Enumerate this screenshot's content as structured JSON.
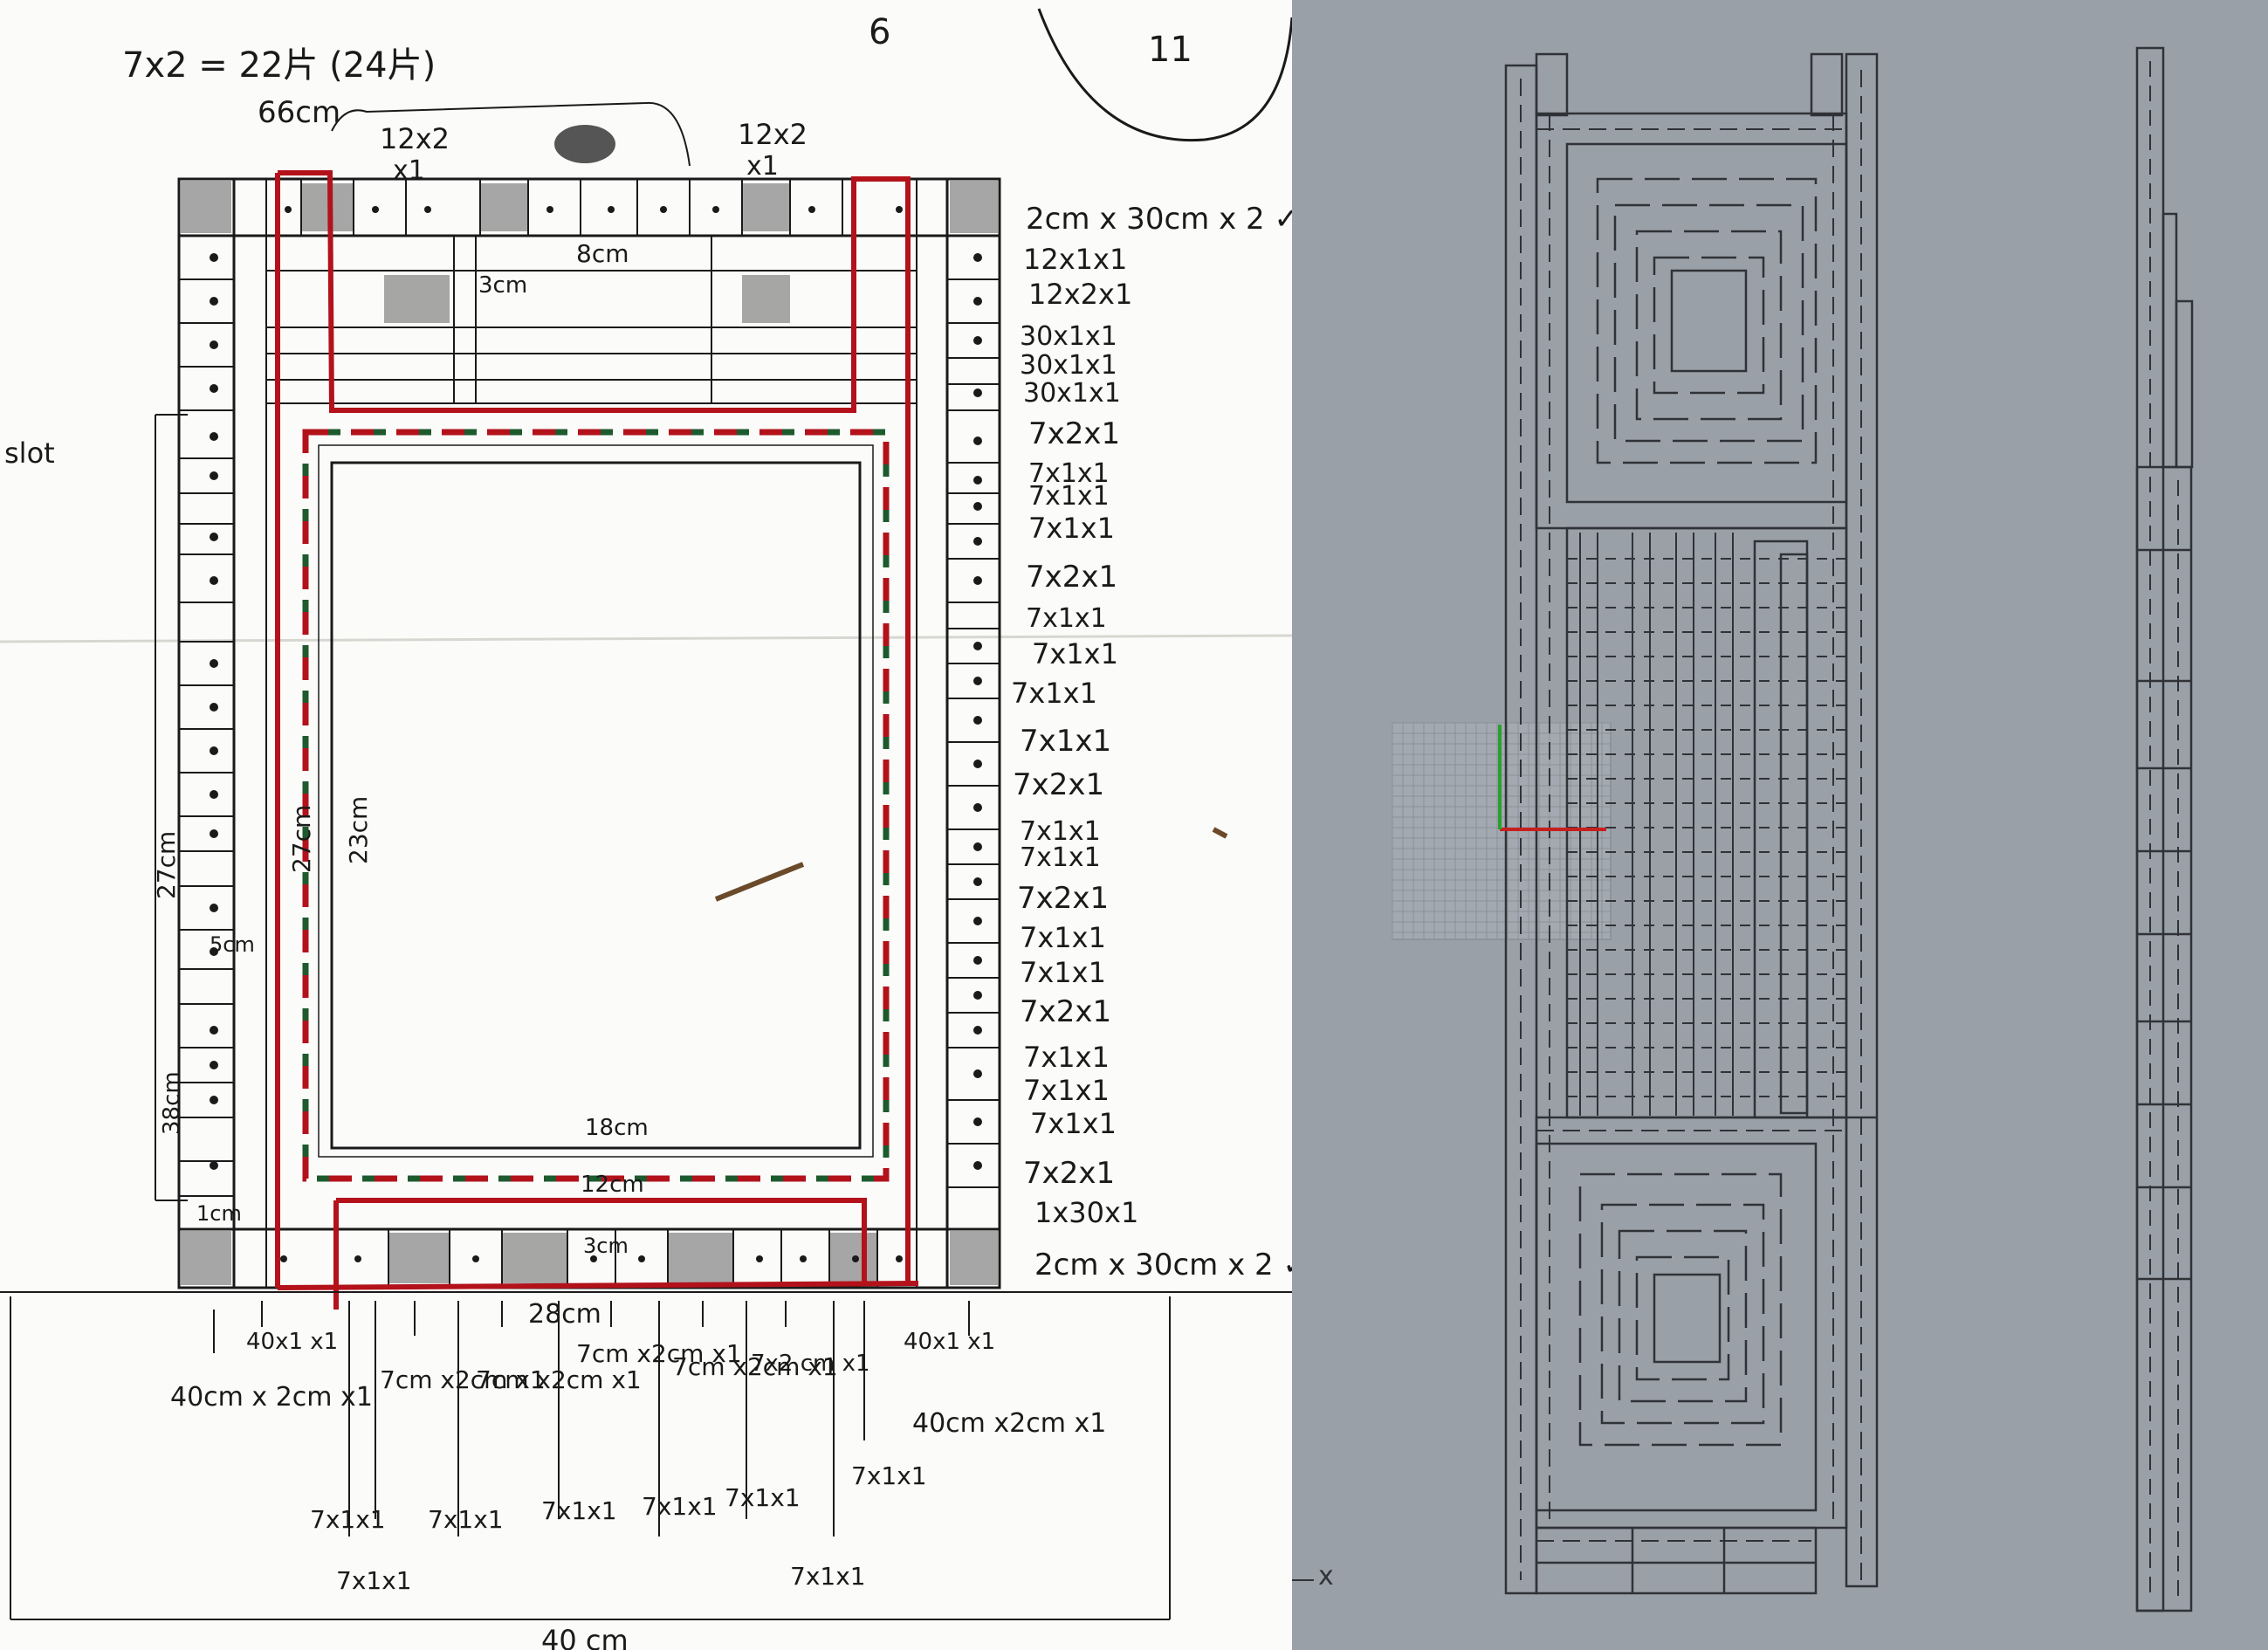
{
  "colors": {
    "paper": "#fbfbf9",
    "ink": "#1a1a1a",
    "red_ink": "#b3121b",
    "green_ink": "#1d5a2e",
    "viewport_bg": "#9aa0a8",
    "viewport_line": "#2f3338",
    "axis_x": "#c81e1e",
    "axis_y": "#2aa12a"
  },
  "sketch": {
    "top_notes": [
      "7x2 = 22片 (24片)",
      "6",
      "11"
    ],
    "top_labels": {
      "width_66": "66cm",
      "left_12x2": "12x2",
      "left_x1": "x1",
      "right_12x2": "12x2",
      "right_x1": "x1",
      "mid_8cm": "8cm",
      "mid_3cm": "3cm"
    },
    "right_labels": [
      "2cm x 30cm x 2 ✓",
      "12x1x1",
      "12x2x1",
      "30x1x1",
      "30x1x1",
      "30x1x1",
      "7x2x1",
      "7x1x1",
      "7x1x1",
      "7x1x1",
      "7x2x1",
      "7x1x1",
      "7x1x1",
      "7x1x1",
      "7x1x1",
      "7x2x1",
      "7x1x1",
      "7x1x1",
      "7x2x1",
      "7x1x1",
      "7x1x1",
      "7x2x1",
      "7x1x1",
      "7x1x1",
      "7x1x1",
      "7x2x1",
      "1x30x1",
      "2cm x 30cm x 2 ✓"
    ],
    "left_labels": {
      "slot": "slot",
      "h27": "27cm",
      "h38": "38cm",
      "h5": "5cm",
      "h1": "1cm",
      "inner27": "27cm",
      "inner23": "23cm",
      "w18": "18cm",
      "w12": "12cm",
      "w3": "3cm",
      "w28": "28cm",
      "w40": "40 cm"
    },
    "bottom_labels": [
      "40x1 x1",
      "40cm x 2cm x1",
      "7cm x2cm x1",
      "7cm x2cm x1",
      "7cm x2cm x1",
      "7cm x2cm x1",
      "7x2 cm x1",
      "40x1 x1",
      "40cm x2cm x1",
      "7x1x1",
      "7x1x1",
      "7x1x1",
      "7x1x1",
      "7x1x1",
      "7x1x1",
      "7x1x1",
      "7x1x1"
    ]
  },
  "viewport": {
    "axis_label": "x",
    "axis_icon": "cplane-axes-icon"
  }
}
